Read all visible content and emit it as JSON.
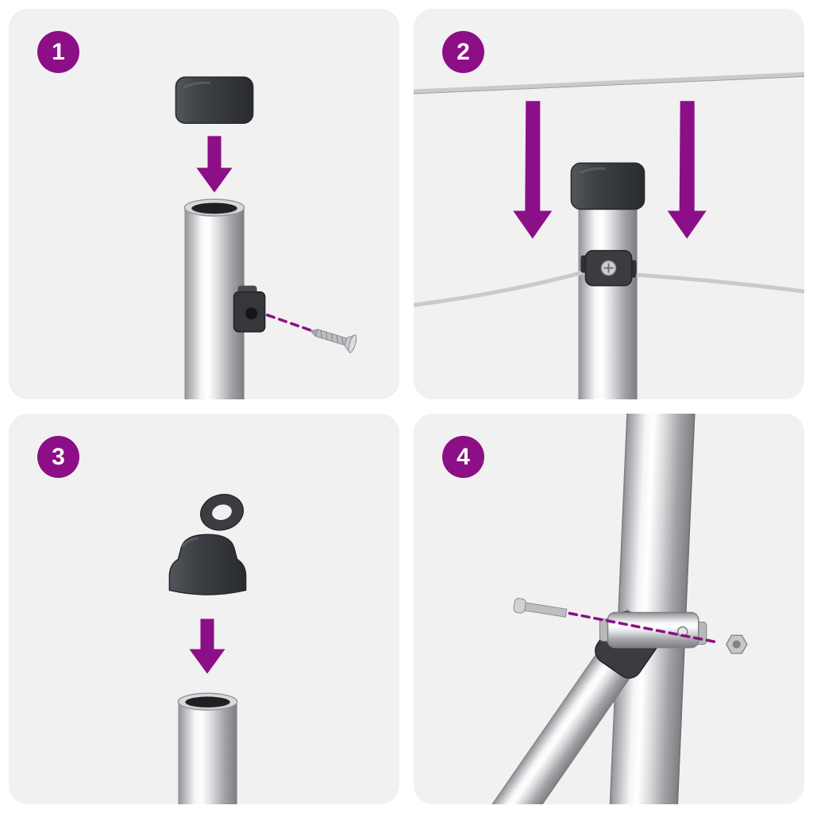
{
  "sheet": {
    "background": "#ffffff"
  },
  "colors": {
    "panel_bg": "#f1f1f2",
    "accent": "#8c0f87",
    "badge_text": "#ffffff",
    "cap_dark": "#3a3c40",
    "wire_gray": "#c9cacc",
    "metal_mid": "#b9babd"
  },
  "panels": [
    {
      "step_number": "1",
      "icons": [
        "step-badge",
        "post-cap",
        "arrow-down",
        "metal-post-open-top",
        "wire-clamp",
        "fixing-screw",
        "dashed-guide-line"
      ]
    },
    {
      "step_number": "2",
      "icons": [
        "step-badge",
        "upper-wire",
        "arrow-down",
        "arrow-down",
        "capped-post",
        "wire-clamp",
        "tension-wire"
      ]
    },
    {
      "step_number": "3",
      "icons": [
        "step-badge",
        "eyelet-cap",
        "arrow-down",
        "metal-tube-open-top"
      ]
    },
    {
      "step_number": "4",
      "icons": [
        "step-badge",
        "vertical-post",
        "diagonal-brace",
        "pipe-clamp",
        "bolt",
        "dashed-guide-line",
        "nut"
      ]
    }
  ]
}
